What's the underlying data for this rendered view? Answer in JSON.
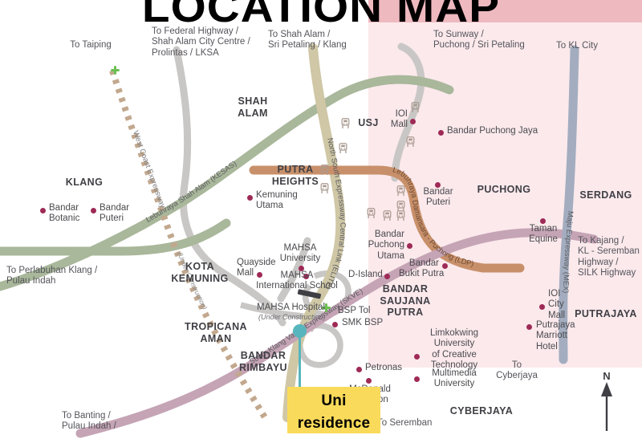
{
  "title": "LOCATION MAP",
  "highlight": {
    "line1": "Uni",
    "line2": "residence",
    "box_color": "#fada5a",
    "pin_color": "#57b5bd"
  },
  "compass": {
    "label": "N"
  },
  "colors": {
    "banner_pink": "#efb9c0",
    "zone_pink": "#fbe9ec",
    "road_green": "#a9b79a",
    "road_olive": "#cfc7a5",
    "road_grey": "#c9c7c5",
    "road_brown": "#c8906a",
    "road_mauve": "#c5a4b5",
    "road_blue": "#a3adbf",
    "poi_dot": "#9e2a56",
    "hospital_cross": "#6cbf52",
    "station": "#a99a90"
  },
  "directions": [
    {
      "id": "to-taiping",
      "text": "To Taiping"
    },
    {
      "id": "to-federal-highway",
      "text": "To Federal Highway /\nShah Alam City Centre /\nProlintas / LKSA"
    },
    {
      "id": "to-shah-alam",
      "text": "To Shah Alam /\nSri Petaling / Klang"
    },
    {
      "id": "to-sunway",
      "text": "To Sunway /\nPuchong / Sri Petaling"
    },
    {
      "id": "to-kl-city",
      "text": "To KL City"
    },
    {
      "id": "to-perlabuhan-klang",
      "text": "To Perlabuhan Klang /\nPulau Indah"
    },
    {
      "id": "to-kajang",
      "text": "To Kajang /\nKL - Seremban\nHighway /\nSILK Highway"
    },
    {
      "id": "to-cyberjaya",
      "text": "To\nCyberjaya"
    },
    {
      "id": "to-seremban",
      "text": "To Seremban"
    },
    {
      "id": "to-banting",
      "text": "To Banting /\nPulau Indah /"
    }
  ],
  "towns": [
    {
      "id": "shah-alam",
      "text": "SHAH\nALAM"
    },
    {
      "id": "klang",
      "text": "KLANG"
    },
    {
      "id": "putra-heights",
      "text": "PUTRA\nHEIGHTS"
    },
    {
      "id": "usj",
      "text": "USJ"
    },
    {
      "id": "puchong",
      "text": "PUCHONG"
    },
    {
      "id": "serdang",
      "text": "SERDANG"
    },
    {
      "id": "kota-kemuning",
      "text": "KOTA\nKEMUNING"
    },
    {
      "id": "tropicana-aman",
      "text": "TROPICANA\nAMAN"
    },
    {
      "id": "bandar-rimbayu",
      "text": "BANDAR\nRIMBAYU"
    },
    {
      "id": "bandar-saujana-putra",
      "text": "BANDAR\nSAUJANA\nPUTRA"
    },
    {
      "id": "putrajaya",
      "text": "PUTRAJAYA"
    },
    {
      "id": "cyberjaya",
      "text": "CYBERJAYA"
    }
  ],
  "places": [
    {
      "id": "bandar-botanic",
      "text": "Bandar\nBotanic"
    },
    {
      "id": "bandar-puteri-klang",
      "text": "Bandar\nPuteri"
    },
    {
      "id": "kemuning-utama",
      "text": "Kemuning\nUtama"
    },
    {
      "id": "ioi-mall",
      "text": "IOI\nMall"
    },
    {
      "id": "bandar-puchong-jaya",
      "text": "Bandar Puchong Jaya"
    },
    {
      "id": "bandar-puteri-puchong",
      "text": "Bandar\nPuteri"
    },
    {
      "id": "mahsa-university",
      "text": "MAHSA\nUniversity"
    },
    {
      "id": "quayside-mall",
      "text": "Quayside\nMall"
    },
    {
      "id": "mahsa-international-school",
      "text": "MAHSA\nInternational School"
    },
    {
      "id": "mahsa-hospital",
      "text": "MAHSA Hospital"
    },
    {
      "id": "mahsa-hospital-note",
      "text": "(Under Construction)"
    },
    {
      "id": "bandar-puchong-utama",
      "text": "Bandar\nPuchong\nUtama"
    },
    {
      "id": "bandar-bukit-putra",
      "text": "Bandar\nBukit Putra"
    },
    {
      "id": "d-island",
      "text": "D-Island"
    },
    {
      "id": "taman-equine",
      "text": "Taman\nEquine"
    },
    {
      "id": "bsp-tol",
      "text": "BSP Tol"
    },
    {
      "id": "smk-bsp",
      "text": "SMK BSP"
    },
    {
      "id": "petronas",
      "text": "Petronas"
    },
    {
      "id": "mcdonald-petron",
      "text": "McDonald\n@Petron"
    },
    {
      "id": "limkokwing",
      "text": "Limkokwing\nUniversity\nof Creative\nTechnology"
    },
    {
      "id": "multimedia-university",
      "text": "Multimedia\nUniversity"
    },
    {
      "id": "ioi-city-mall",
      "text": "IOI\nCity\nMall"
    },
    {
      "id": "putrajaya-marriott",
      "text": "Putrajaya\nMarriott\nHotel"
    }
  ],
  "roads": [
    {
      "id": "west-coast-expressway",
      "label": "West Coast Expressway",
      "note": "(Under Construction)",
      "style": "dashed"
    },
    {
      "id": "kesas",
      "label": "Lebuhraya Shah Alam (KESAS)",
      "style": "green"
    },
    {
      "id": "elite",
      "label": "North South Expressway Central Link (ELITE)",
      "style": "olive"
    },
    {
      "id": "ldp",
      "label": "Lebuhraya Damansara - Puchong (LDP)",
      "style": "brown"
    },
    {
      "id": "skve",
      "label": "South Klang Valley Expressway (SKVE)",
      "style": "mauve"
    },
    {
      "id": "mex",
      "label": "Maju Expressway (MEX)",
      "style": "blue"
    }
  ]
}
